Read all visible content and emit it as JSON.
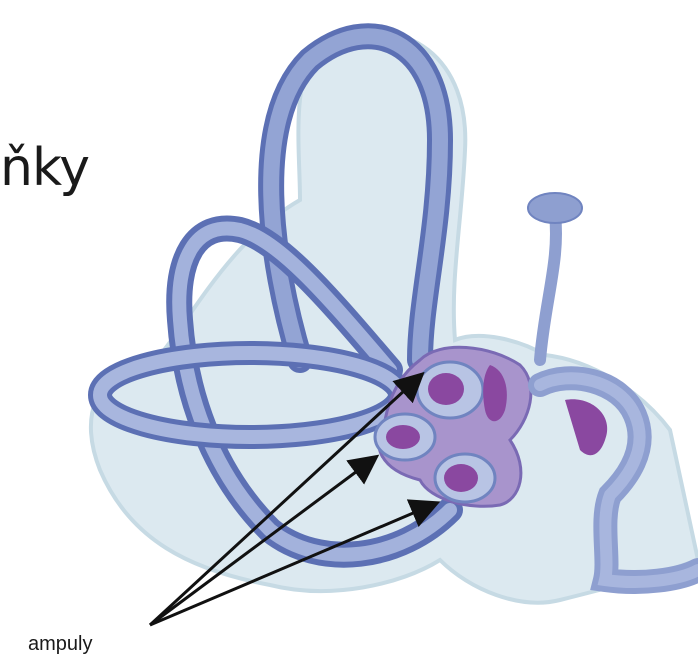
{
  "slide": {
    "title_fragment": "ňky"
  },
  "diagram": {
    "callout_label": "ampuly",
    "colors": {
      "outer_membrane": "#d6e6ee",
      "canal_fill": "#8e9fd0",
      "canal_dark": "#5c70b4",
      "canal_light": "#b8c4e4",
      "vestibule": "#a894cc",
      "ampulla_crista": "#8a48a0",
      "arrow": "#111111"
    },
    "labelled_parts": [
      "ampulla",
      "ampulla",
      "ampulla"
    ]
  }
}
